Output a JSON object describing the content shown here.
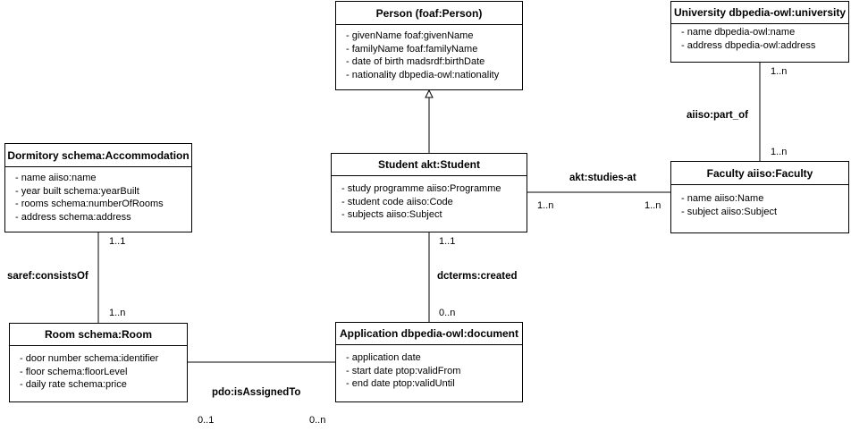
{
  "classes": {
    "person": {
      "title": "Person (foaf:Person)",
      "attributes": [
        "- givenName foaf:givenName",
        "- familyName foaf:familyName",
        "- date of birth madsrdf:birthDate",
        "- nationality dbpedia-owl:nationality"
      ]
    },
    "university": {
      "title": "University dbpedia-owl:university",
      "attributes": [
        "- name dbpedia-owl:name",
        "- address dbpedia-owl:address"
      ]
    },
    "dormitory": {
      "title": "Dormitory schema:Accommodation",
      "attributes": [
        "- name aiiso:name",
        "- year built schema:yearBuilt",
        "- rooms schema:numberOfRooms",
        "- address schema:address"
      ]
    },
    "student": {
      "title": "Student akt:Student",
      "attributes": [
        "- study programme aiiso:Programme",
        "- student code aiiso:Code",
        "- subjects aiiso:Subject"
      ]
    },
    "faculty": {
      "title": "Faculty aiiso:Faculty",
      "attributes": [
        "- name aiiso:Name",
        "- subject aiiso:Subject"
      ]
    },
    "room": {
      "title": "Room schema:Room",
      "attributes": [
        "- door number schema:identifier",
        "- floor schema:floorLevel",
        "- daily rate schema:price"
      ]
    },
    "application": {
      "title": "Application dbpedia-owl:document",
      "attributes": [
        "- application date",
        "- start date ptop:validFrom",
        "- end date ptop:validUntil"
      ]
    }
  },
  "relations": {
    "part_of": {
      "label": "aiiso:part_of",
      "source_mult": "1..n",
      "target_mult": "1..n"
    },
    "studies_at": {
      "label": "akt:studies-at",
      "source_mult": "1..n",
      "target_mult": "1..n"
    },
    "consists_of": {
      "label": "saref:consistsOf",
      "source_mult": "1..1",
      "target_mult": "1..n"
    },
    "created": {
      "label": "dcterms:created",
      "source_mult": "1..1",
      "target_mult": "0..n"
    },
    "assigned_to": {
      "label": "pdo:isAssignedTo",
      "source_mult": "0..1",
      "target_mult": "0..n"
    }
  }
}
